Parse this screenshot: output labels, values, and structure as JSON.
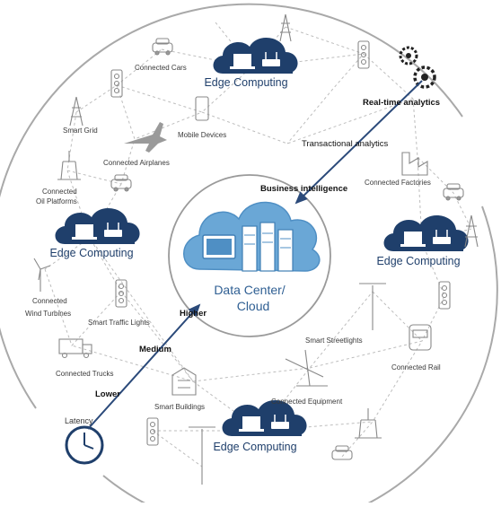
{
  "center": {
    "line1": "Data Center/",
    "line2": "Cloud"
  },
  "edge_nodes": {
    "top": "Edge Computing",
    "left": "Edge Computing",
    "right": "Edge Computing",
    "bottom": "Edge Computing"
  },
  "devices": {
    "connected_cars": "Connected Cars",
    "mobile_devices": "Mobile Devices",
    "smart_grid": "Smart Grid",
    "connected_airplanes": "Connected Airplanes",
    "oil_platforms_1": "Connected",
    "oil_platforms_2": "Oil Platforms",
    "connected_factories": "Connected Factories",
    "wind_turbines_1": "Connected",
    "wind_turbines_2": "Wind Turbines",
    "smart_traffic_lights": "Smart Traffic Lights",
    "connected_trucks": "Connected Trucks",
    "smart_buildings": "Smart Buildings",
    "smart_streetlights": "Smart Streetlights",
    "connected_rail": "Connected Rail",
    "connected_equipment": "Connected Equipment"
  },
  "analytics": {
    "real_time": "Real-time analytics",
    "transactional": "Transactional analytics",
    "business": "Business intelligence"
  },
  "latency_axis": {
    "title": "Latency",
    "lower": "Lower",
    "medium": "Medium",
    "higher": "Higher"
  },
  "colors": {
    "edge_cloud": "#1f3f6b",
    "center_cloud": "#5f9fd0",
    "arrow": "#2b4a7a"
  }
}
